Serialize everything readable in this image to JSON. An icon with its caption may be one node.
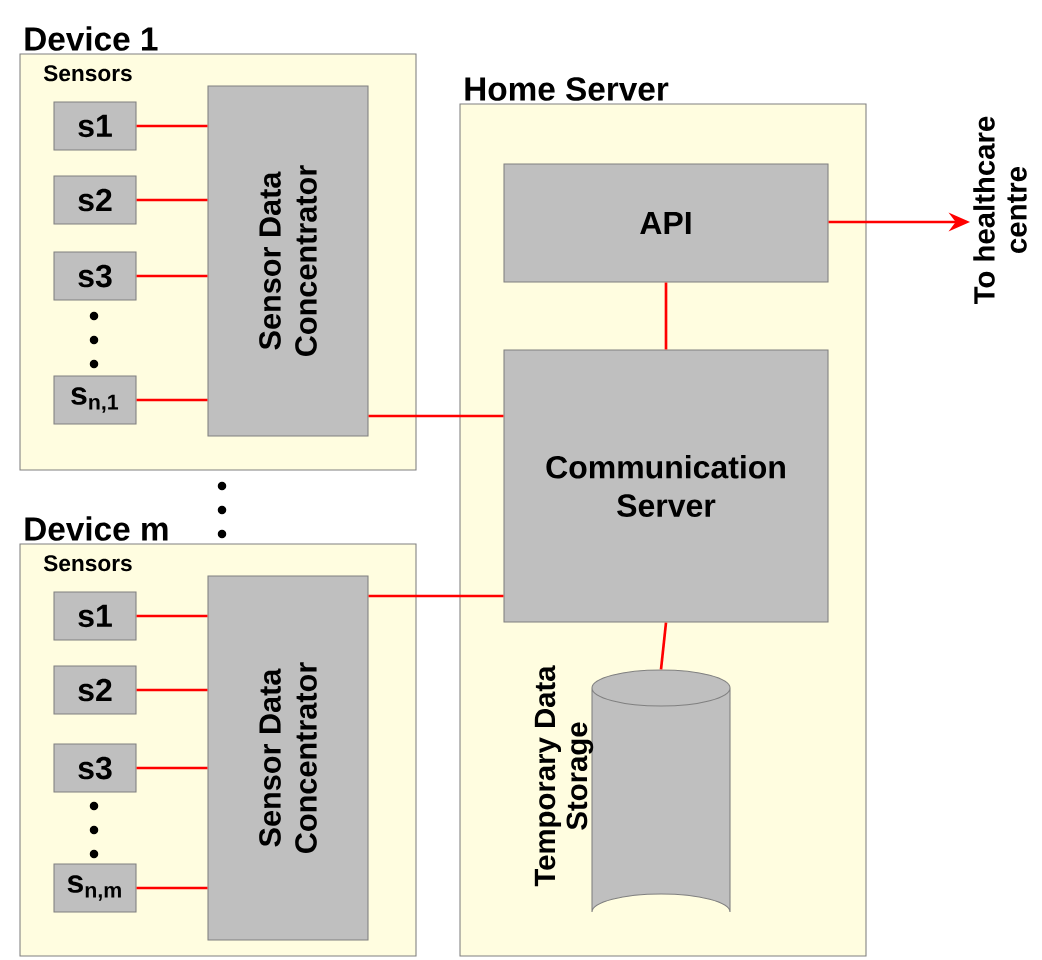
{
  "diagram": {
    "nodes": [
      {
        "text": [
          "Device 1",
          "Sensors"
        ]
      },
      {
        "text": [
          "s1"
        ],
        "in": 0
      },
      {
        "text": [
          "s2"
        ],
        "in": 0
      },
      {
        "text": [
          "s3"
        ],
        "in": 0
      },
      {
        "text": [
          "s$_{n,1}$"
        ],
        "in": 0
      },
      {
        "text": [
          "Sensor Data Concentrator"
        ],
        "in": 0
      },
      {
        "text": [
          "Device m",
          "Sensors"
        ]
      },
      {
        "text": [
          "s1"
        ],
        "in": 6
      },
      {
        "text": [
          "s2"
        ],
        "in": 6
      },
      {
        "text": [
          "s3"
        ],
        "in": 6
      },
      {
        "text": [
          "s$_{n,m}$"
        ],
        "in": 6
      },
      {
        "text": [
          "Sensor Data Concentrator"
        ],
        "in": 6
      },
      {
        "text": [
          "Home Server"
        ]
      },
      {
        "text": [
          "API"
        ],
        "in": 12
      },
      {
        "text": [
          "Communication Server"
        ],
        "in": 12
      },
      {
        "text": [
          "Temporary Data Storage"
        ],
        "in": 12
      },
      {
        "text": [
          "To healthcare centre"
        ]
      }
    ],
    "edges": [
      {
        "from": 1,
        "to": 5,
        "arrow": "none"
      },
      {
        "from": 2,
        "to": 5,
        "arrow": "none"
      },
      {
        "from": 3,
        "to": 5,
        "arrow": "none"
      },
      {
        "from": 4,
        "to": 5,
        "arrow": "none"
      },
      {
        "from": 7,
        "to": 11,
        "arrow": "none"
      },
      {
        "from": 8,
        "to": 11,
        "arrow": "none"
      },
      {
        "from": 9,
        "to": 11,
        "arrow": "none"
      },
      {
        "from": 10,
        "to": 11,
        "arrow": "none"
      },
      {
        "from": 5,
        "to": 14,
        "arrow": "none"
      },
      {
        "from": 11,
        "to": 14,
        "arrow": "none"
      },
      {
        "from": 13,
        "to": 14,
        "arrow": "none"
      },
      {
        "from": 14,
        "to": 15,
        "arrow": "none"
      },
      {
        "from": 13,
        "to": 16,
        "arrow": "to"
      }
    ]
  }
}
